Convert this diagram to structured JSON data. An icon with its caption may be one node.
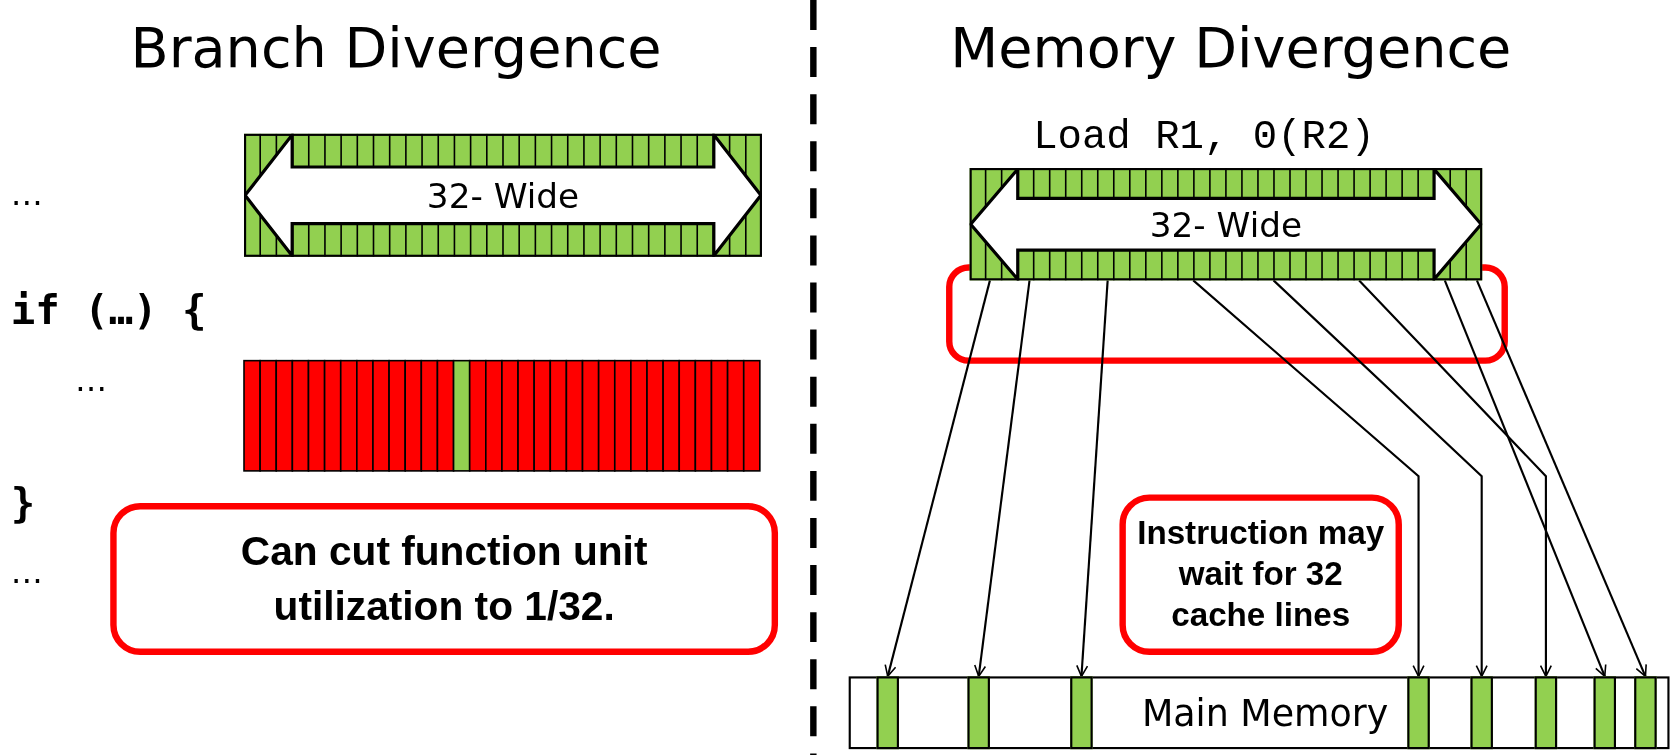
{
  "diagram": {
    "nodes": [
      {
        "text": [
          "32- Wide"
        ]
      },
      {
        "text": [
          "Can cut function unit utilization to 1/32."
        ]
      },
      {
        "text": [
          "32- Wide"
        ]
      },
      {
        "text": [
          "Instruction may wait for 32 cache lines"
        ]
      },
      {
        "text": [
          "Main Memory"
        ]
      },
      {
        "text": [],
        "shape": "bar",
        "in": 4
      },
      {
        "text": [],
        "shape": "bar",
        "in": 4
      },
      {
        "text": [],
        "shape": "bar",
        "in": 4
      },
      {
        "text": [],
        "shape": "bar",
        "in": 4
      },
      {
        "text": [],
        "shape": "bar",
        "in": 4
      },
      {
        "text": [],
        "shape": "bar",
        "in": 4
      },
      {
        "text": [],
        "shape": "bar",
        "in": 4
      },
      {
        "text": [],
        "shape": "bar",
        "in": 4
      }
    ],
    "edges": [
      {
        "from": 2,
        "to": 5,
        "arrow": "to"
      },
      {
        "from": 2,
        "to": 6,
        "arrow": "to"
      },
      {
        "from": 2,
        "to": 7,
        "arrow": "to"
      },
      {
        "from": 2,
        "to": 8,
        "arrow": "to"
      },
      {
        "from": 2,
        "to": 9,
        "arrow": "to"
      },
      {
        "from": 2,
        "to": 10,
        "arrow": "to"
      },
      {
        "from": 2,
        "to": 11,
        "arrow": "to"
      },
      {
        "from": 2,
        "to": 12,
        "arrow": "to"
      }
    ],
    "labels": [
      "Branch Divergence",
      "Memory Divergence",
      "…",
      "if (…) {",
      "…",
      "}",
      "…",
      "Load R1, 0(R2)"
    ]
  }
}
